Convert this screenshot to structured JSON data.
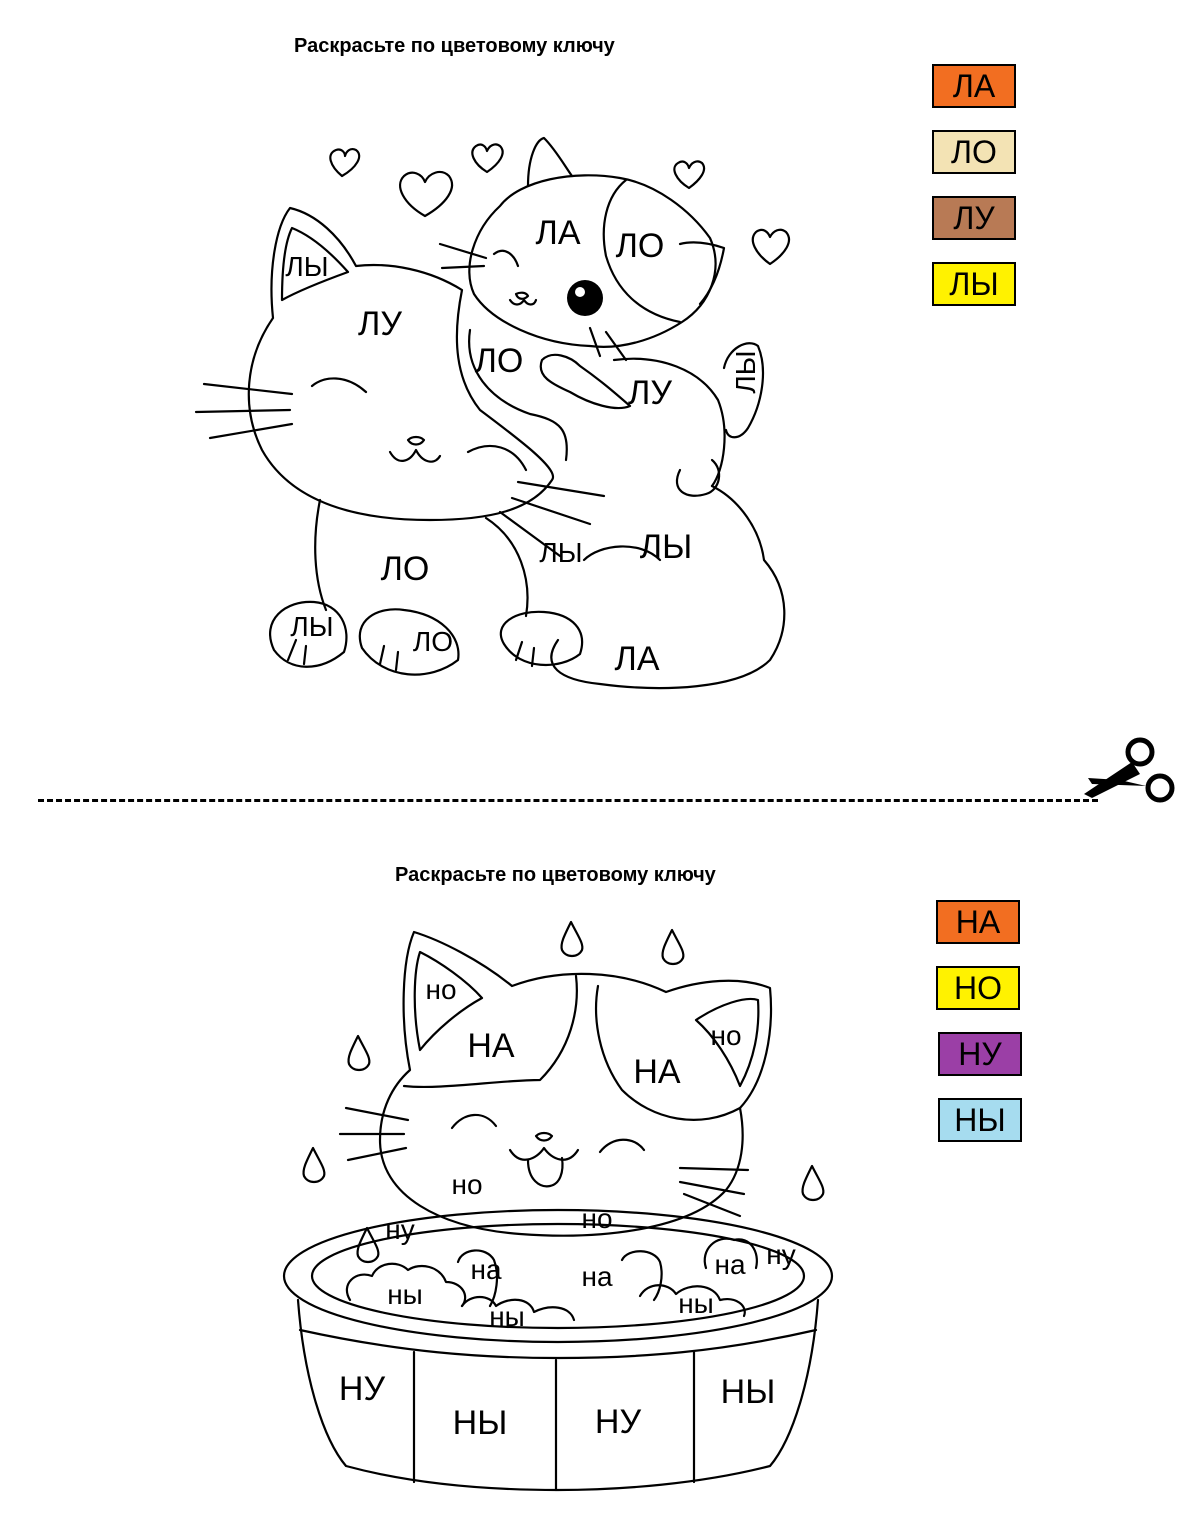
{
  "sheet1": {
    "heading": "Раскрасьте по цветовому ключу",
    "key": [
      {
        "syllable": "ЛА",
        "color": "#f26e21"
      },
      {
        "syllable": "ЛО",
        "color": "#f3e3b4"
      },
      {
        "syllable": "ЛУ",
        "color": "#b87a55"
      },
      {
        "syllable": "ЛЫ",
        "color": "#fff200"
      }
    ],
    "labels": [
      "ЛЫ",
      "ЛУ",
      "ЛА",
      "ЛО",
      "ЛО",
      "ЛУ",
      "ЛЫ",
      "ЛО",
      "ЛЫ",
      "ЛЫ",
      "ЛЫ",
      "ЛО",
      "ЛА"
    ]
  },
  "cut_icon": "scissors-icon",
  "sheet2": {
    "heading": "Раскрасьте по цветовому ключу",
    "key": [
      {
        "syllable": "НА",
        "color": "#f26e21"
      },
      {
        "syllable": "НО",
        "color": "#fff200"
      },
      {
        "syllable": "НУ",
        "color": "#9b3fa6"
      },
      {
        "syllable": "НЫ",
        "color": "#a6dcef"
      }
    ],
    "labels": [
      "но",
      "НА",
      "НА",
      "но",
      "но",
      "но",
      "ну",
      "на",
      "на",
      "на",
      "ну",
      "ны",
      "ны",
      "ны",
      "НУ",
      "НЫ",
      "НУ",
      "НЫ"
    ]
  }
}
